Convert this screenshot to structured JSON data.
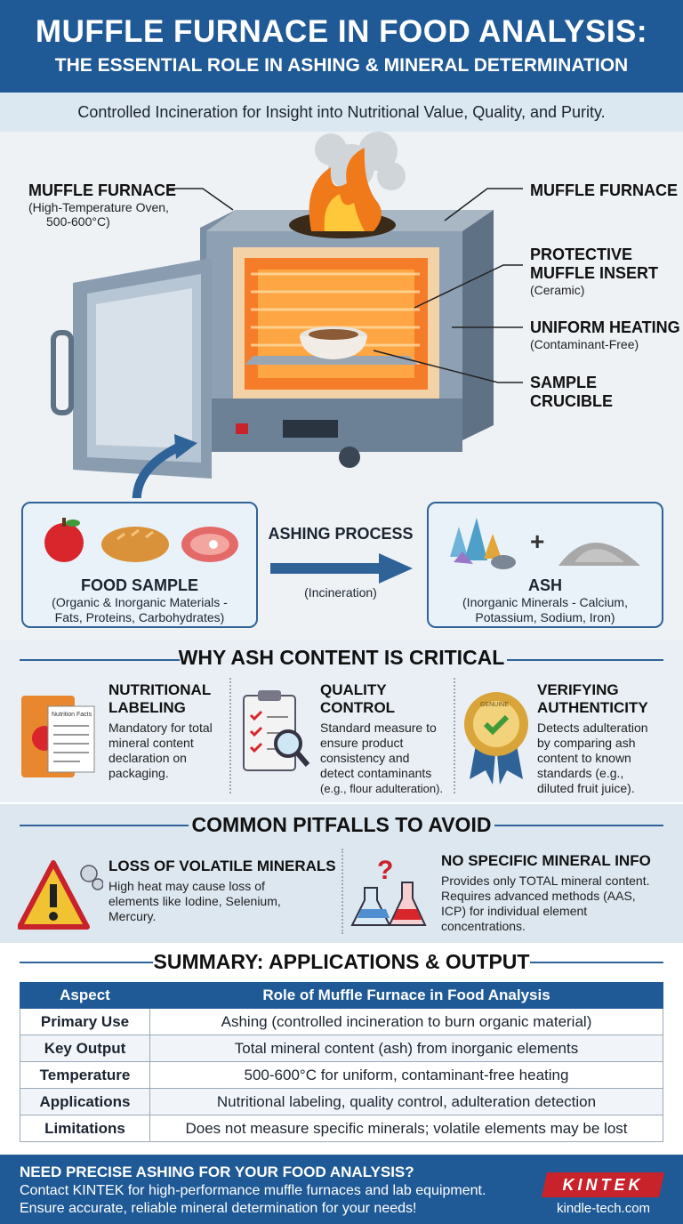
{
  "header": {
    "title": "MUFFLE FURNACE IN FOOD ANALYSIS:",
    "subtitle": "THE ESSENTIAL ROLE IN ASHING & MINERAL DETERMINATION",
    "tagline": "Controlled Incineration for Insight into Nutritional Value, Quality, and Purity."
  },
  "diagram": {
    "left_callout": {
      "title": "MUFFLE FURNACE",
      "line1": "(High-Temperature Oven,",
      "line2": "500-600°C)"
    },
    "right_callouts": [
      {
        "title": "MUFFLE FURNACE",
        "title2": "",
        "sub": ""
      },
      {
        "title": "PROTECTIVE",
        "title2": "MUFFLE INSERT",
        "sub": "(Ceramic)"
      },
      {
        "title": "UNIFORM HEATING",
        "title2": "",
        "sub": "(Contaminant-Free)"
      },
      {
        "title": "SAMPLE",
        "title2": "CRUCIBLE",
        "sub": ""
      }
    ]
  },
  "process": {
    "food": {
      "title": "FOOD SAMPLE",
      "line1": "(Organic & Inorganic Materials -",
      "line2": "Fats, Proteins, Carbohydrates)"
    },
    "arrow_label": "ASHING PROCESS",
    "arrow_sub": "(Incineration)",
    "ash": {
      "title": "ASH",
      "line1": "(Inorganic Minerals - Calcium,",
      "line2": "Potassium, Sodium, Iron)"
    }
  },
  "why": {
    "title": "WHY ASH CONTENT IS CRITICAL",
    "items": [
      {
        "title1": "NUTRITIONAL",
        "title2": "LABELING",
        "lines": [
          "Mandatory for total",
          "mineral content",
          "declaration on",
          "packaging."
        ],
        "icon_text": "Nutrition Facts"
      },
      {
        "title1": "QUALITY",
        "title2": "CONTROL",
        "lines": [
          "Standard measure to",
          "ensure product",
          "consistency and",
          "detect contaminants",
          "(e.g., flour adulteration)."
        ]
      },
      {
        "title1": "VERIFYING",
        "title2": "AUTHENTICITY",
        "lines": [
          "Detects adulteration",
          "by comparing ash",
          "content to known",
          "standards (e.g.,",
          "diluted fruit juice)."
        ],
        "icon_text": "GENUINE"
      }
    ]
  },
  "pitfalls": {
    "title": "COMMON PITFALLS TO AVOID",
    "items": [
      {
        "title": "LOSS OF VOLATILE MINERALS",
        "lines": [
          "High heat may cause loss of",
          "elements like Iodine, Selenium,",
          "Mercury."
        ]
      },
      {
        "title": "NO SPECIFIC MINERAL INFO",
        "lines": [
          "Provides only TOTAL mineral content.",
          "Requires advanced methods (AAS,",
          "ICP) for individual element",
          "concentrations."
        ]
      }
    ]
  },
  "summary": {
    "title": "SUMMARY: APPLICATIONS & OUTPUT",
    "headers": [
      "Aspect",
      "Role of Muffle Furnace in Food Analysis"
    ],
    "rows": [
      [
        "Primary Use",
        "Ashing (controlled incineration to burn organic material)"
      ],
      [
        "Key Output",
        "Total mineral content (ash) from inorganic elements"
      ],
      [
        "Temperature",
        "500-600°C for uniform, contaminant-free heating"
      ],
      [
        "Applications",
        "Nutritional labeling, quality control, adulteration detection"
      ],
      [
        "Limitations",
        "Does not measure specific minerals; volatile elements may be lost"
      ]
    ]
  },
  "footer": {
    "question": "NEED PRECISE ASHING FOR YOUR FOOD ANALYSIS?",
    "line1": "Contact KINTEK for high-performance muffle furnaces and lab equipment.",
    "line2": "Ensure accurate, reliable mineral determination for your needs!",
    "brand": "KINTEK",
    "site": "kindle-tech.com"
  },
  "colors": {
    "primary": "#1f5a96",
    "band": "#dbe7f1",
    "accent_red": "#c8222b",
    "flame": "#f07a1a"
  }
}
